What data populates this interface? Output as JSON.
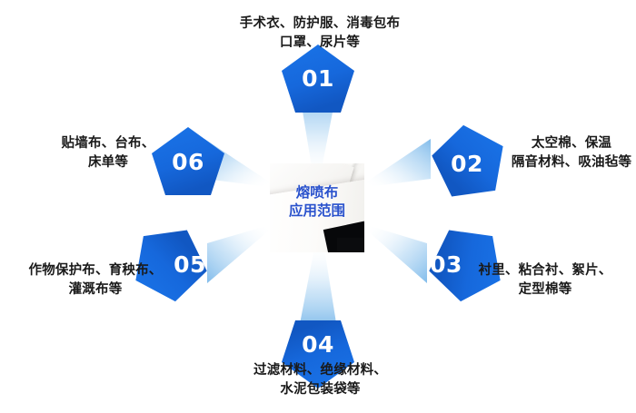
{
  "title": "熔喷布应用范围",
  "center": {
    "caption_line1": "熔喷布",
    "caption_line2": "应用范围",
    "caption": "熔喷布\n应用范围",
    "photo_alt": "meltblown-fabric-photo"
  },
  "colors": {
    "pentagon_fill": "#1668DC",
    "pentagon_fill_dark": "#1257C0",
    "beam_start": "#8FC2EE",
    "beam_end": "#FFFFFF",
    "number_text": "#FFFFFF",
    "label_text": "#1A1A1A",
    "center_caption": "#2A52CC",
    "background": "#FFFFFF"
  },
  "nodes": [
    {
      "id": "01",
      "number": "01",
      "position": "top",
      "label": "手术衣、防护服、消毒包布\n口罩、尿片等",
      "label_line1": "手术衣、防护服、消毒包布",
      "label_line2": "口罩、尿片等"
    },
    {
      "id": "02",
      "number": "02",
      "position": "top-right",
      "label": "太空棉、保温\n隔音材料、吸油毡等",
      "label_line1": "太空棉、保温",
      "label_line2": "隔音材料、吸油毡等"
    },
    {
      "id": "03",
      "number": "03",
      "position": "bottom-right",
      "label": "衬里、粘合衬、絮片、\n定型棉等",
      "label_line1": "衬里、粘合衬、絮片、",
      "label_line2": "定型棉等"
    },
    {
      "id": "04",
      "number": "04",
      "position": "bottom",
      "label": "过滤材料、绝缘材料、\n水泥包装袋等",
      "label_line1": "过滤材料、绝缘材料、",
      "label_line2": "水泥包装袋等"
    },
    {
      "id": "05",
      "number": "05",
      "position": "bottom-left",
      "label": "作物保护布、育秧布、\n灌溉布等",
      "label_line1": "作物保护布、育秧布、",
      "label_line2": "灌溉布等"
    },
    {
      "id": "06",
      "number": "06",
      "position": "top-left",
      "label": "贴墙布、台布、\n床单等",
      "label_line1": "贴墙布、台布、",
      "label_line2": "床单等"
    }
  ]
}
